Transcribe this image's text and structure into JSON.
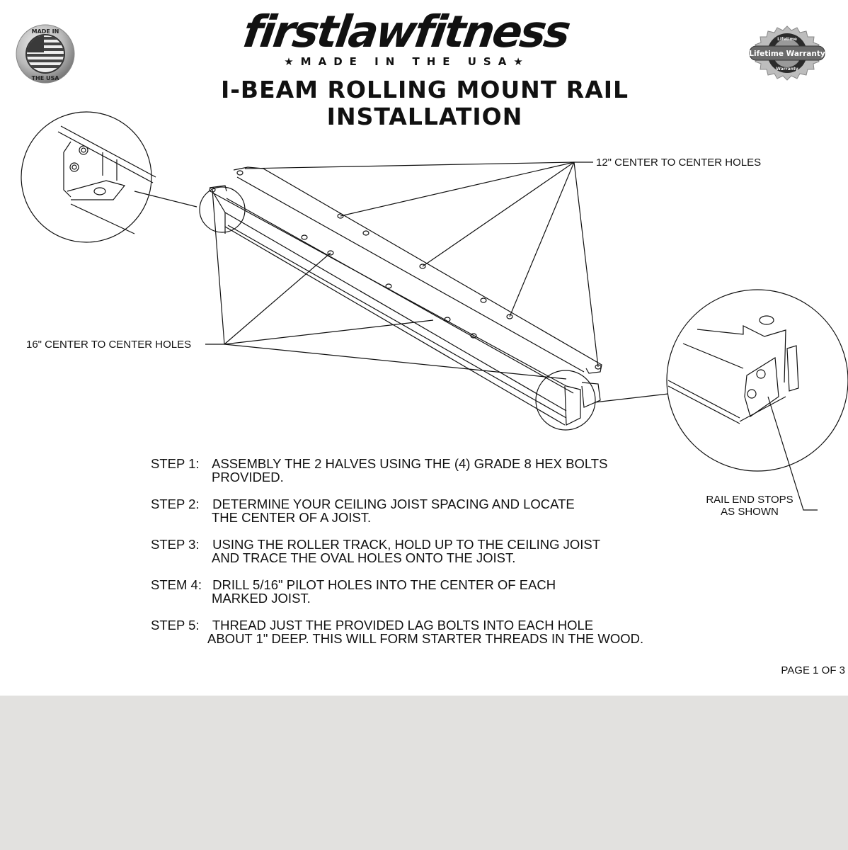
{
  "header": {
    "brand": "firstlawfitness",
    "tagline": "★MADE IN THE USA★",
    "title_line1": "I-BEAM ROLLING MOUNT RAIL",
    "title_line2": "INSTALLATION"
  },
  "badges": {
    "left": {
      "top_text": "MADE IN",
      "bottom_text": "THE USA",
      "icon": "usa-flag-seal-icon"
    },
    "right": {
      "center_text": "Lifetime Warranty",
      "top_text": "Lifetime",
      "bottom_text": "Warranty",
      "icon": "warranty-seal-icon"
    }
  },
  "diagram": {
    "callout_12": "12\" CENTER TO CENTER HOLES",
    "callout_16": "16\" CENTER TO CENTER HOLES",
    "rail_end_line1": "RAIL END STOPS",
    "rail_end_line2": "AS SHOWN"
  },
  "steps": [
    {
      "label": "STEP 1:",
      "line1": "ASSEMBLY THE 2 HALVES USING THE (4) GRADE 8 HEX BOLTS",
      "line2": "PROVIDED."
    },
    {
      "label": "STEP 2:",
      "line1": "DETERMINE YOUR CEILING JOIST SPACING AND LOCATE",
      "line2": "THE CENTER OF A JOIST."
    },
    {
      "label": "STEP 3:",
      "line1": "USING THE ROLLER TRACK, HOLD UP TO THE CEILING JOIST",
      "line2": "AND TRACE THE OVAL HOLES ONTO THE JOIST."
    },
    {
      "label": "STEM 4:",
      "line1": "DRILL 5/16\" PILOT HOLES INTO THE CENTER OF EACH",
      "line2": "MARKED JOIST."
    },
    {
      "label": "STEP 5:",
      "line1": "THREAD JUST THE PROVIDED LAG BOLTS INTO EACH HOLE",
      "line2": "ABOUT 1\" DEEP.  THIS WILL FORM STARTER THREADS IN THE WOOD."
    }
  ],
  "footer": {
    "page": "PAGE 1 OF 3"
  },
  "colors": {
    "page_bg": "#ffffff",
    "outer_bg": "#e2e1df",
    "ink": "#111111"
  }
}
